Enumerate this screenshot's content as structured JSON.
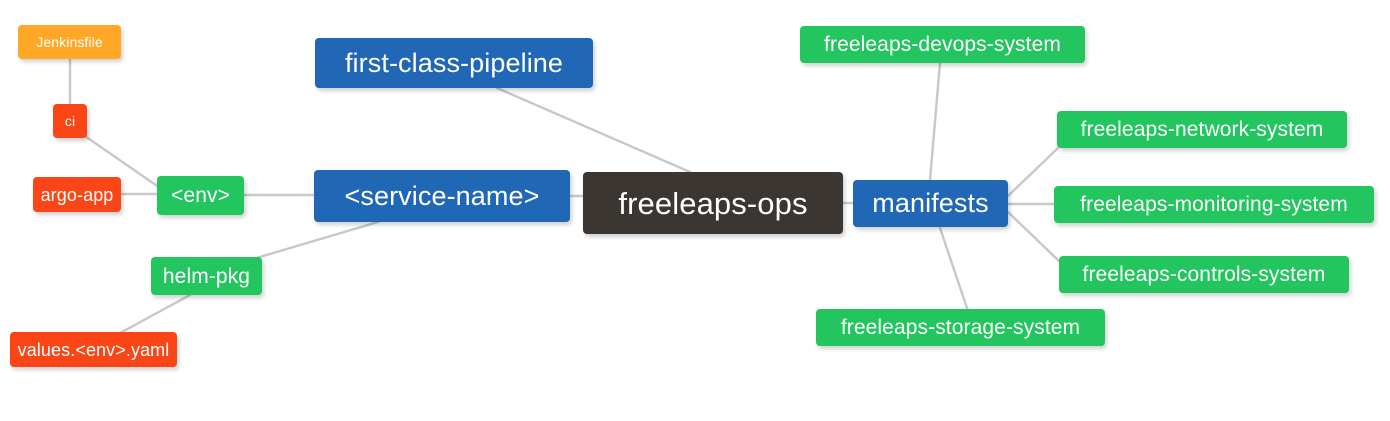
{
  "diagram": {
    "type": "mindmap",
    "title": "freeleaps-ops",
    "background_color": "#ffffff",
    "edge_color": "#c8c8c8",
    "palette": {
      "root": "#3b3632",
      "blue": "#2067b5",
      "green": "#22c55e",
      "orange": "#ffa726",
      "red": "#fa4616"
    }
  },
  "nodes": {
    "root": {
      "label": "freeleaps-ops",
      "color": "#3b3632"
    },
    "first_class_pipeline": {
      "label": "first-class-pipeline",
      "color": "#2067b5"
    },
    "service_name": {
      "label": "<service-name>",
      "color": "#2067b5"
    },
    "manifests": {
      "label": "manifests",
      "color": "#2067b5"
    },
    "env": {
      "label": "<env>",
      "color": "#22c55e"
    },
    "helm_pkg": {
      "label": "helm-pkg",
      "color": "#22c55e"
    },
    "jenkinsfile": {
      "label": "Jenkinsfile",
      "color": "#ffa726"
    },
    "ci": {
      "label": "ci",
      "color": "#fa4616"
    },
    "argo_app": {
      "label": "argo-app",
      "color": "#fa4616"
    },
    "values_yaml": {
      "label": "values.<env>.yaml",
      "color": "#fa4616"
    },
    "devops_system": {
      "label": "freeleaps-devops-system",
      "color": "#22c55e"
    },
    "network_system": {
      "label": "freeleaps-network-system",
      "color": "#22c55e"
    },
    "monitoring_system": {
      "label": "freeleaps-monitoring-system",
      "color": "#22c55e"
    },
    "controls_system": {
      "label": "freeleaps-controls-system",
      "color": "#22c55e"
    },
    "storage_system": {
      "label": "freeleaps-storage-system",
      "color": "#22c55e"
    }
  },
  "edges": [
    {
      "from": "root",
      "to": "first_class_pipeline"
    },
    {
      "from": "root",
      "to": "service_name"
    },
    {
      "from": "root",
      "to": "manifests"
    },
    {
      "from": "service_name",
      "to": "env"
    },
    {
      "from": "service_name",
      "to": "helm_pkg"
    },
    {
      "from": "env",
      "to": "ci"
    },
    {
      "from": "env",
      "to": "argo_app"
    },
    {
      "from": "ci",
      "to": "jenkinsfile"
    },
    {
      "from": "helm_pkg",
      "to": "values_yaml"
    },
    {
      "from": "manifests",
      "to": "devops_system"
    },
    {
      "from": "manifests",
      "to": "network_system"
    },
    {
      "from": "manifests",
      "to": "monitoring_system"
    },
    {
      "from": "manifests",
      "to": "controls_system"
    },
    {
      "from": "manifests",
      "to": "storage_system"
    }
  ]
}
